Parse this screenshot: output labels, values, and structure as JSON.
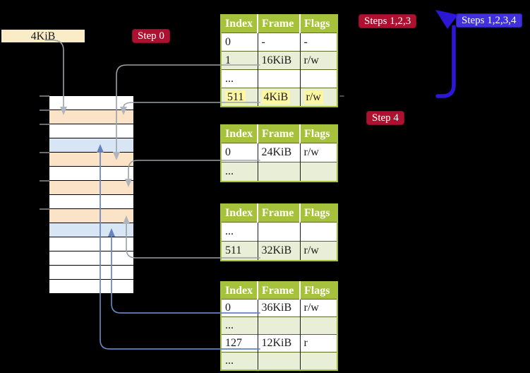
{
  "colors": {
    "header_green": "#a6c23c",
    "row_green": "#e9eed6",
    "highlight_yellow": "#fcf7a0",
    "badge_red": "#ae1030",
    "badge_blue": "#4130df",
    "label_cream": "#f9ecc6",
    "mem_orange": "#fbe3c8",
    "mem_blue": "#d8e5f5",
    "line_gray": "#9ba1a8",
    "arrow_gray": "#aeb5be",
    "line_blue": "#6583bf",
    "arrow_blue_bold": "#2d17d6"
  },
  "frame_size_label": "4KiB",
  "badges": {
    "step0": "Step 0",
    "steps123": "Steps 1,2,3",
    "steps1234": "Steps 1,2,3,4",
    "step4": "Step 4"
  },
  "tables": [
    {
      "columns": [
        "Index",
        "Frame",
        "Flags"
      ],
      "rows": [
        {
          "cells": [
            "0",
            "-",
            "-"
          ],
          "shade": false,
          "highlight": false
        },
        {
          "cells": [
            "1",
            "16KiB",
            "r/w"
          ],
          "shade": true,
          "highlight": false
        },
        {
          "cells": [
            "...",
            "",
            ""
          ],
          "shade": false,
          "highlight": false
        },
        {
          "cells": [
            "511",
            "4KiB",
            "r/w"
          ],
          "shade": true,
          "highlight": true
        }
      ]
    },
    {
      "columns": [
        "Index",
        "Frame",
        "Flags"
      ],
      "rows": [
        {
          "cells": [
            "0",
            "24KiB",
            "r/w"
          ],
          "shade": false,
          "highlight": false
        },
        {
          "cells": [
            "...",
            "",
            ""
          ],
          "shade": true,
          "highlight": false
        }
      ]
    },
    {
      "columns": [
        "Index",
        "Frame",
        "Flags"
      ],
      "rows": [
        {
          "cells": [
            "...",
            "",
            ""
          ],
          "shade": false,
          "highlight": false
        },
        {
          "cells": [
            "511",
            "32KiB",
            "r/w"
          ],
          "shade": true,
          "highlight": false
        }
      ]
    },
    {
      "columns": [
        "Index",
        "Frame",
        "Flags"
      ],
      "rows": [
        {
          "cells": [
            "0",
            "36KiB",
            "r/w"
          ],
          "shade": false,
          "highlight": false
        },
        {
          "cells": [
            "...",
            "",
            ""
          ],
          "shade": true,
          "highlight": false
        },
        {
          "cells": [
            "127",
            "12KiB",
            "r"
          ],
          "shade": false,
          "highlight": false
        },
        {
          "cells": [
            "...",
            "",
            ""
          ],
          "shade": true,
          "highlight": false
        }
      ]
    }
  ],
  "memory": {
    "rows": [
      "empty",
      "table-frame",
      "empty",
      "page-frame",
      "table-frame",
      "empty",
      "table-frame",
      "empty",
      "table-frame",
      "page-frame",
      "empty",
      "empty",
      "empty",
      "empty"
    ]
  }
}
